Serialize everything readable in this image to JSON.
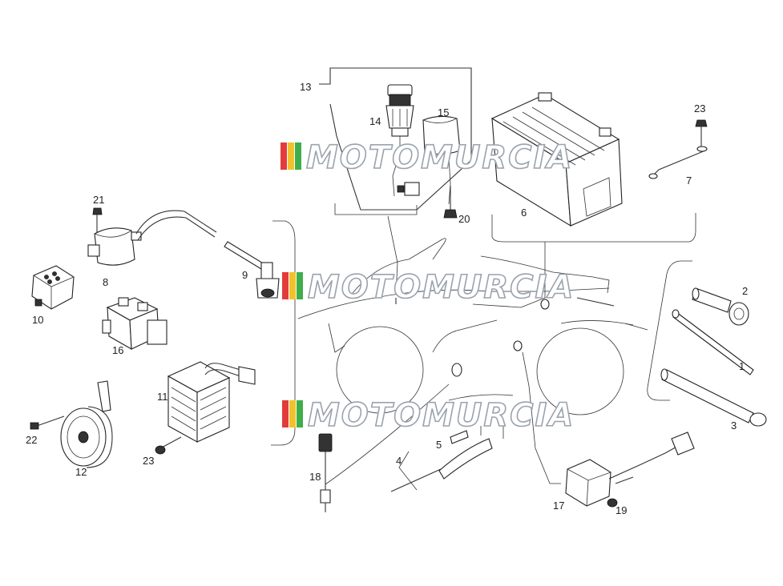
{
  "watermark": {
    "text": "MOTOMURCIA",
    "colors": [
      "#e23b3b",
      "#f2c12e",
      "#3fae49",
      "#9aa3ad"
    ]
  },
  "callouts": [
    {
      "id": "c1",
      "label": "1"
    },
    {
      "id": "c2",
      "label": "2"
    },
    {
      "id": "c3",
      "label": "3"
    },
    {
      "id": "c4",
      "label": "4"
    },
    {
      "id": "c5",
      "label": "5"
    },
    {
      "id": "c6",
      "label": "6"
    },
    {
      "id": "c7",
      "label": "7"
    },
    {
      "id": "c8",
      "label": "8"
    },
    {
      "id": "c9",
      "label": "9"
    },
    {
      "id": "c10",
      "label": "10"
    },
    {
      "id": "c11",
      "label": "11"
    },
    {
      "id": "c12",
      "label": "12"
    },
    {
      "id": "c13",
      "label": "13"
    },
    {
      "id": "c14",
      "label": "14"
    },
    {
      "id": "c15",
      "label": "15"
    },
    {
      "id": "c16",
      "label": "16"
    },
    {
      "id": "c17",
      "label": "17"
    },
    {
      "id": "c18",
      "label": "18"
    },
    {
      "id": "c19",
      "label": "19"
    },
    {
      "id": "c20",
      "label": "20"
    },
    {
      "id": "c21",
      "label": "21"
    },
    {
      "id": "c22",
      "label": "22"
    },
    {
      "id": "c23a",
      "label": "23"
    },
    {
      "id": "c23b",
      "label": "23"
    }
  ]
}
